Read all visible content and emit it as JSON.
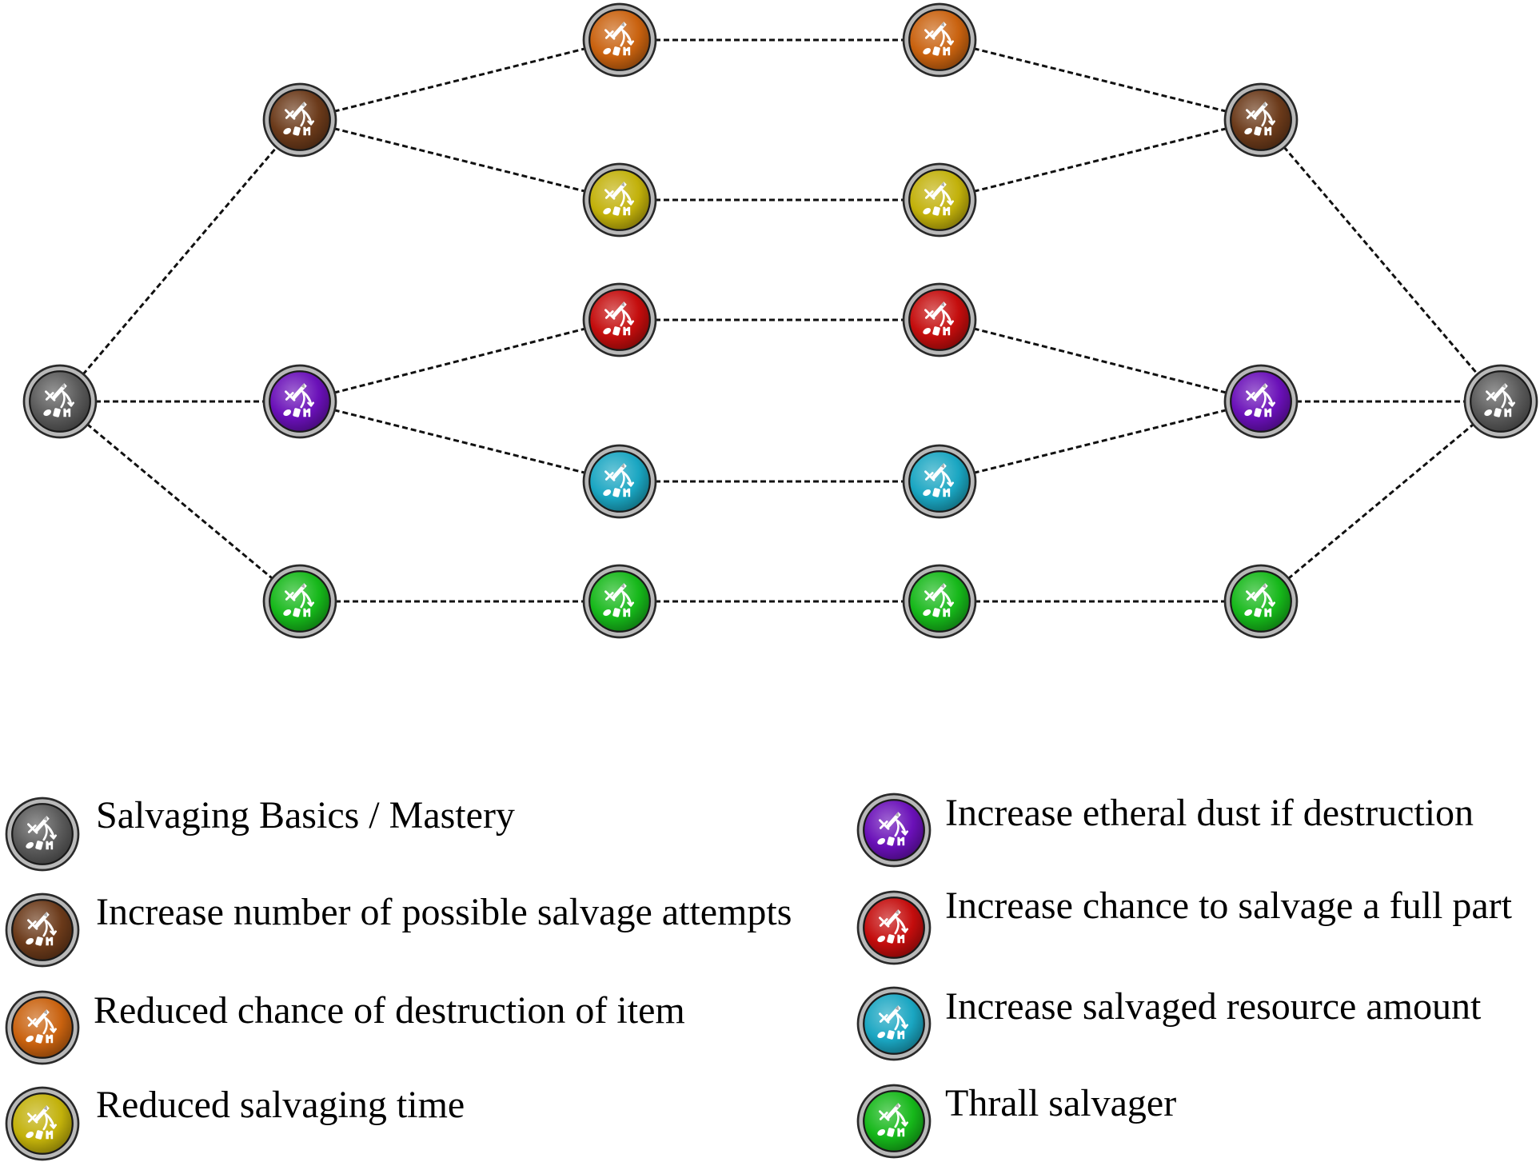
{
  "colors": {
    "gray": "#5a5a5a",
    "brown": "#6b3a1a",
    "orange": "#c9620f",
    "yellow": "#c2b10a",
    "red": "#c40d0d",
    "purple": "#6a10b8",
    "cyan": "#1aa6c2",
    "green": "#16b81a"
  },
  "node_icon": "salvaging-icon",
  "tree": {
    "nodes": [
      {
        "id": "n0",
        "color": "gray"
      },
      {
        "id": "n1",
        "color": "brown"
      },
      {
        "id": "n2",
        "color": "purple"
      },
      {
        "id": "n3",
        "color": "green"
      },
      {
        "id": "n4",
        "color": "orange"
      },
      {
        "id": "n5",
        "color": "yellow"
      },
      {
        "id": "n6",
        "color": "red"
      },
      {
        "id": "n7",
        "color": "cyan"
      },
      {
        "id": "n8",
        "color": "green"
      },
      {
        "id": "n9",
        "color": "orange"
      },
      {
        "id": "n10",
        "color": "yellow"
      },
      {
        "id": "n11",
        "color": "red"
      },
      {
        "id": "n12",
        "color": "cyan"
      },
      {
        "id": "n13",
        "color": "green"
      },
      {
        "id": "n14",
        "color": "brown"
      },
      {
        "id": "n15",
        "color": "purple"
      },
      {
        "id": "n16",
        "color": "green"
      },
      {
        "id": "n17",
        "color": "gray"
      }
    ],
    "edges": [
      [
        "n0",
        "n1"
      ],
      [
        "n0",
        "n2"
      ],
      [
        "n0",
        "n3"
      ],
      [
        "n1",
        "n4"
      ],
      [
        "n1",
        "n5"
      ],
      [
        "n2",
        "n6"
      ],
      [
        "n2",
        "n7"
      ],
      [
        "n3",
        "n8"
      ],
      [
        "n4",
        "n9"
      ],
      [
        "n5",
        "n10"
      ],
      [
        "n6",
        "n11"
      ],
      [
        "n7",
        "n12"
      ],
      [
        "n8",
        "n13"
      ],
      [
        "n9",
        "n14"
      ],
      [
        "n10",
        "n14"
      ],
      [
        "n11",
        "n15"
      ],
      [
        "n12",
        "n15"
      ],
      [
        "n13",
        "n16"
      ],
      [
        "n14",
        "n17"
      ],
      [
        "n15",
        "n17"
      ],
      [
        "n16",
        "n17"
      ]
    ]
  },
  "legend": [
    {
      "color": "gray",
      "label": "Salvaging Basics / Mastery"
    },
    {
      "color": "brown",
      "label": "Increase number of possible salvage attempts"
    },
    {
      "color": "orange",
      "label": "Reduced chance of destruction of item"
    },
    {
      "color": "yellow",
      "label": "Reduced salvaging time"
    },
    {
      "color": "purple",
      "label": "Increase etheral dust if destruction"
    },
    {
      "color": "red",
      "label": "Increase chance to salvage a full part"
    },
    {
      "color": "cyan",
      "label": "Increase salvaged resource amount"
    },
    {
      "color": "green",
      "label": "Thrall salvager"
    }
  ]
}
